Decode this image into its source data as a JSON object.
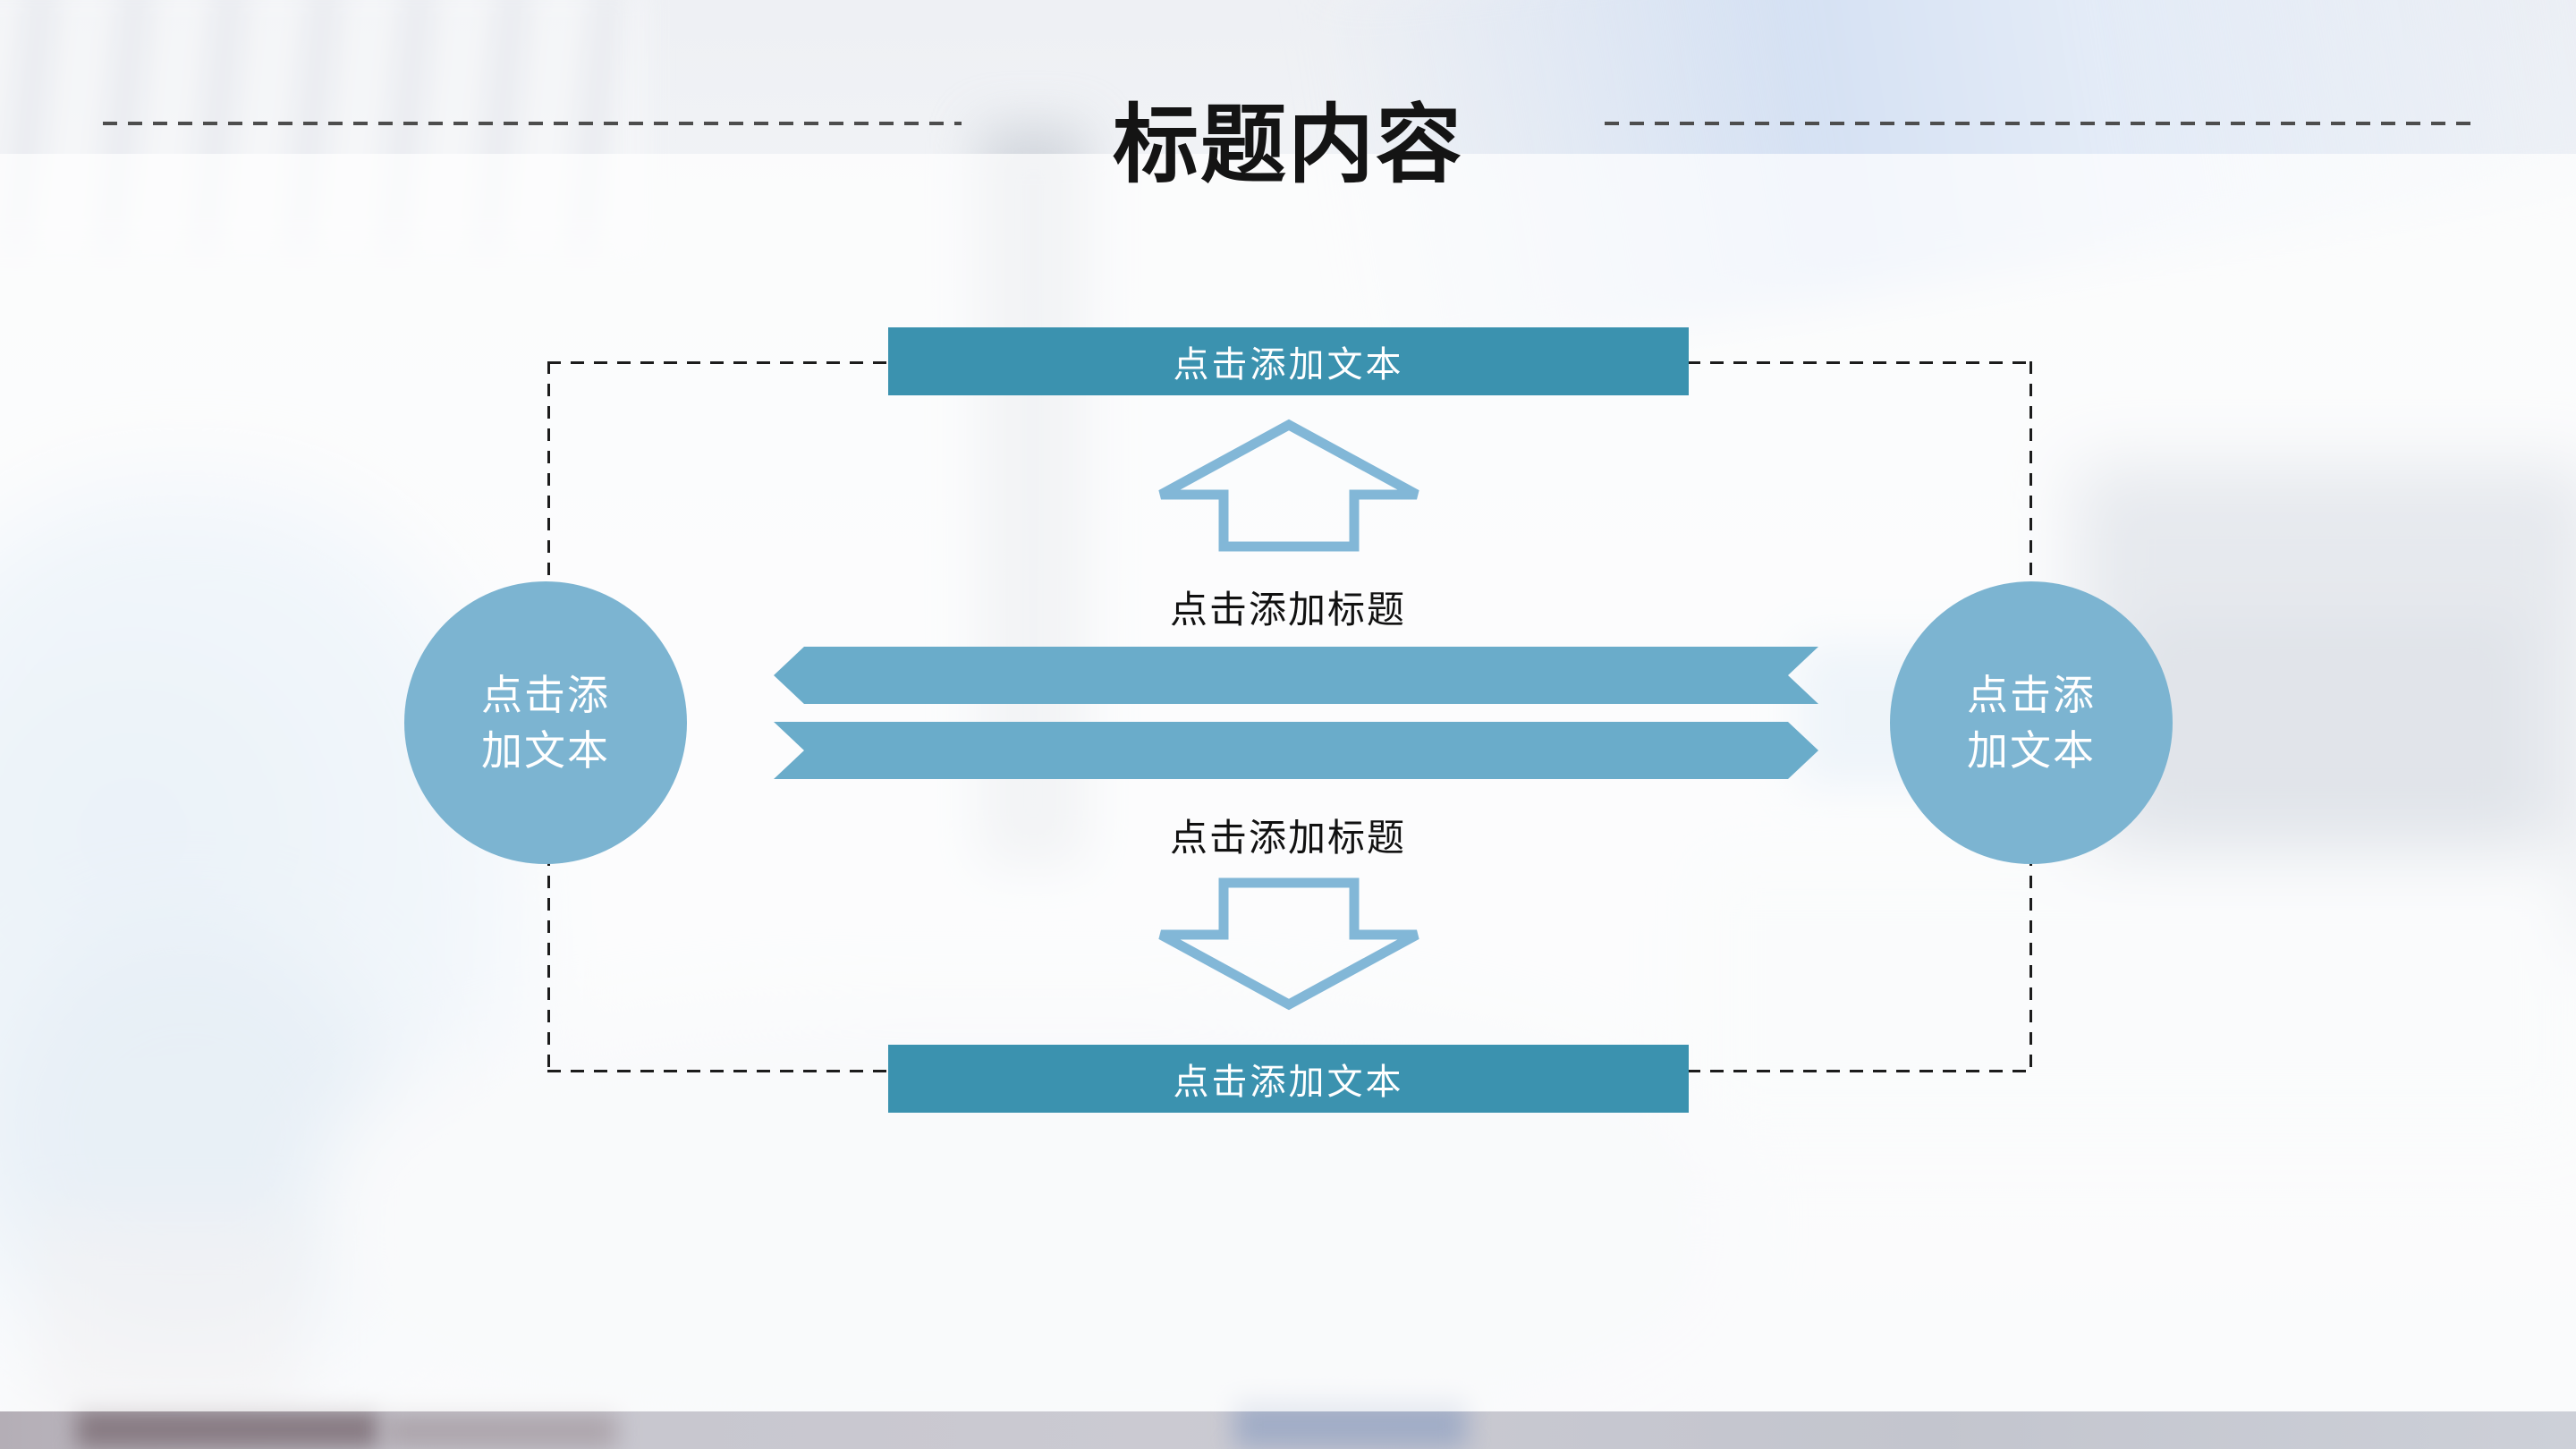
{
  "slide": {
    "title": "标题内容",
    "top_banner": {
      "label": "点击添加文本"
    },
    "bottom_banner": {
      "label": "点击添加文本"
    },
    "upper_caption": {
      "label": "点击添加标题"
    },
    "lower_caption": {
      "label": "点击添加标题"
    },
    "left_circle": {
      "label": "点击添加文本"
    },
    "right_circle": {
      "label": "点击添加文本"
    },
    "colors": {
      "banner_teal": "#3B92AF",
      "ribbon_blue": "#6AACCA",
      "circle_blue": "#7CB4D1",
      "arrow_outline_blue": "#82B7D7",
      "dash_line_black": "#1c1c1c",
      "title_dash_gray": "#4d4d4d"
    }
  }
}
